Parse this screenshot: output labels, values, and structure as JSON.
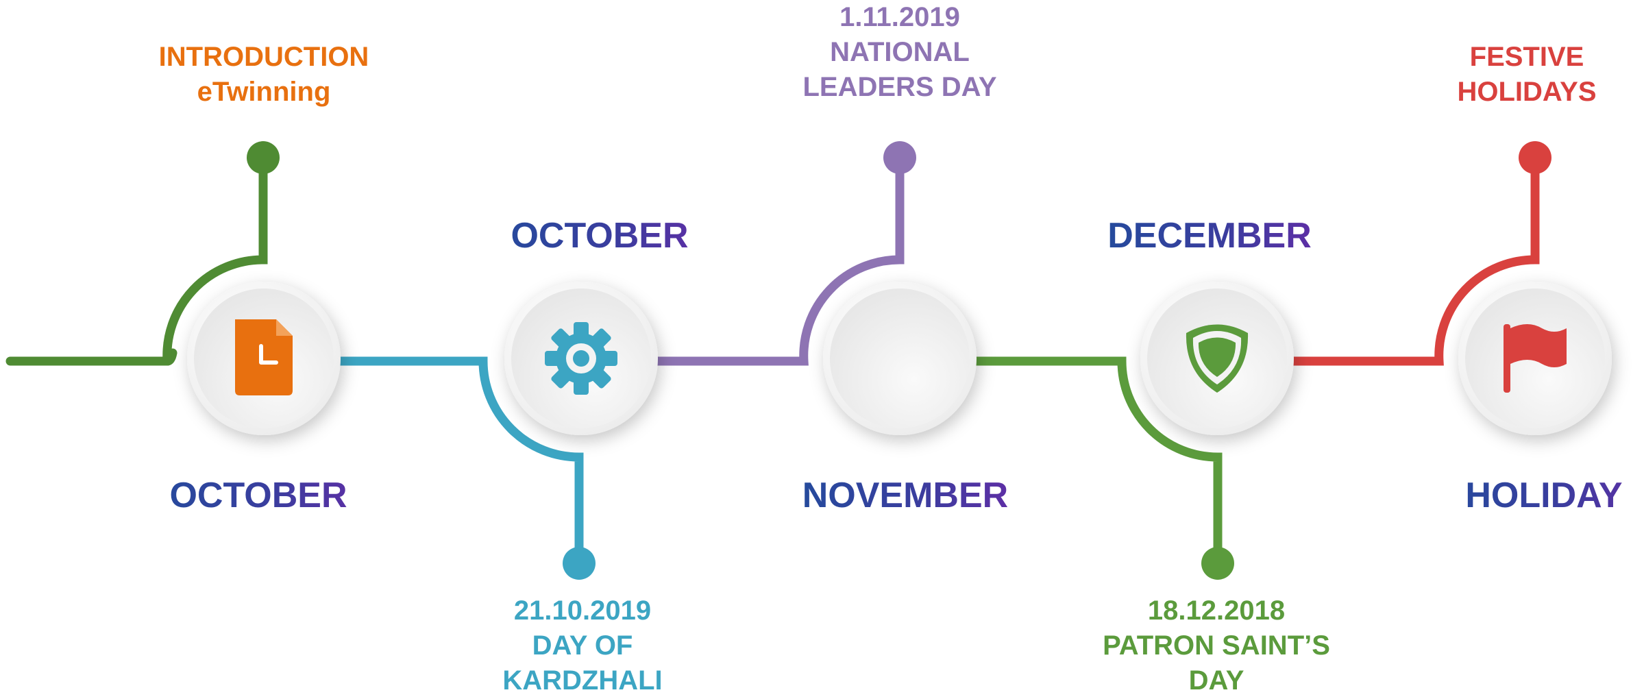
{
  "nodes": [
    {
      "id": "introduction",
      "icon": "document-icon",
      "color": "#e8700f",
      "month": "OCTOBER",
      "event_lines": [
        "INTRODUCTION",
        "eTwinning"
      ]
    },
    {
      "id": "kardzhali",
      "icon": "gear-icon",
      "color": "#3ca5c3",
      "month": "OCTOBER",
      "event_lines": [
        "21.10.2019",
        "DAY OF",
        "KARDZHALI"
      ]
    },
    {
      "id": "national-leaders",
      "icon": "",
      "color": "#8e74b3",
      "month": "NOVEMBER",
      "event_lines": [
        "1.11.2019",
        "NATIONAL",
        "LEADERS DAY"
      ]
    },
    {
      "id": "patron-saint",
      "icon": "shield-icon",
      "color": "#5b9b3c",
      "month": "DECEMBER",
      "event_lines": [
        "18.12.2018",
        "PATRON SAINT’S",
        "DAY"
      ]
    },
    {
      "id": "festive-holidays",
      "icon": "flag-icon",
      "color": "#d9413e",
      "month": "HOLIDAY",
      "event_lines": [
        "FESTIVE",
        "HOLIDAYS"
      ]
    }
  ],
  "colors": {
    "lead_line": "#4f8b33",
    "month_gradient": [
      "#1f4e9c",
      "#6a2aa8"
    ],
    "circle_fill": "#f6f6f6"
  }
}
